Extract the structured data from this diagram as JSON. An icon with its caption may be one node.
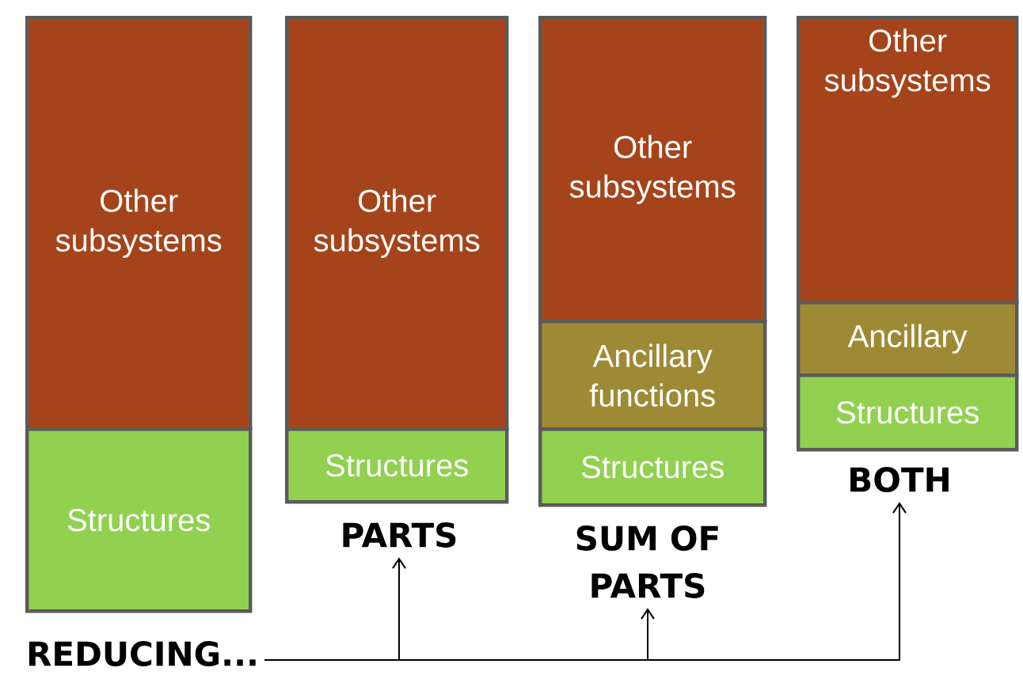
{
  "diagram": {
    "nodes": [
      {
        "text": [
          "Other subsystems"
        ]
      },
      {
        "text": [
          "Structures"
        ]
      },
      {
        "text": [
          "Other subsystems"
        ]
      },
      {
        "text": [
          "Structures"
        ]
      },
      {
        "text": [
          "Other subsystems"
        ]
      },
      {
        "text": [
          "Ancillary functions"
        ]
      },
      {
        "text": [
          "Structures"
        ]
      },
      {
        "text": [
          "Other subsystems"
        ]
      },
      {
        "text": [
          "Ancillary"
        ]
      },
      {
        "text": [
          "Structures"
        ]
      },
      {
        "text": [
          "PARTS"
        ]
      },
      {
        "text": [
          "SUM OF PARTS"
        ]
      },
      {
        "text": [
          "BOTH"
        ]
      },
      {
        "text": [
          "REDUCING..."
        ]
      }
    ],
    "edges": [
      {
        "from": 13,
        "to": 10,
        "arrow": "to"
      },
      {
        "from": 13,
        "to": 11,
        "arrow": "to"
      },
      {
        "from": 13,
        "to": 12,
        "arrow": "to"
      }
    ]
  }
}
